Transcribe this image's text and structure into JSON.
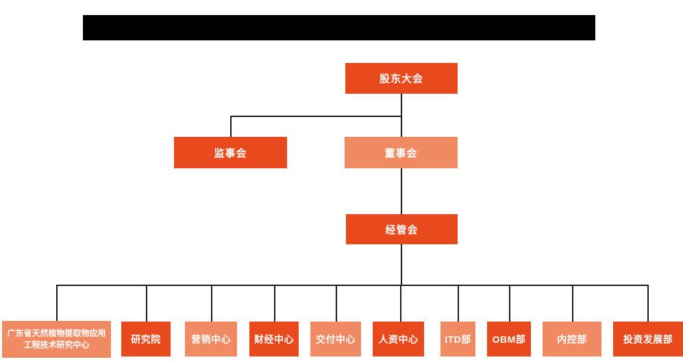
{
  "colors": {
    "primary": "#E8491D",
    "secondary": "#EF8A63",
    "connector": "#1A1A1A",
    "redaction": "#000000",
    "background": "#FFFFFF",
    "node_text": "#FFFFFF"
  },
  "title_bar": {
    "redacted": true,
    "text": ""
  },
  "org": {
    "root": {
      "label": "股东大会"
    },
    "level2": [
      {
        "label": "监事会"
      },
      {
        "label": "董事会"
      }
    ],
    "level3": {
      "label": "经管会"
    },
    "departments": [
      {
        "label": "广东省天然植物提取物应用工程技术研究中心"
      },
      {
        "label": "研究院"
      },
      {
        "label": "营销中心"
      },
      {
        "label": "财经中心"
      },
      {
        "label": "交付中心"
      },
      {
        "label": "人资中心"
      },
      {
        "label": "ITD部"
      },
      {
        "label": "OBM部"
      },
      {
        "label": "内控部"
      },
      {
        "label": "投资发展部"
      }
    ]
  }
}
